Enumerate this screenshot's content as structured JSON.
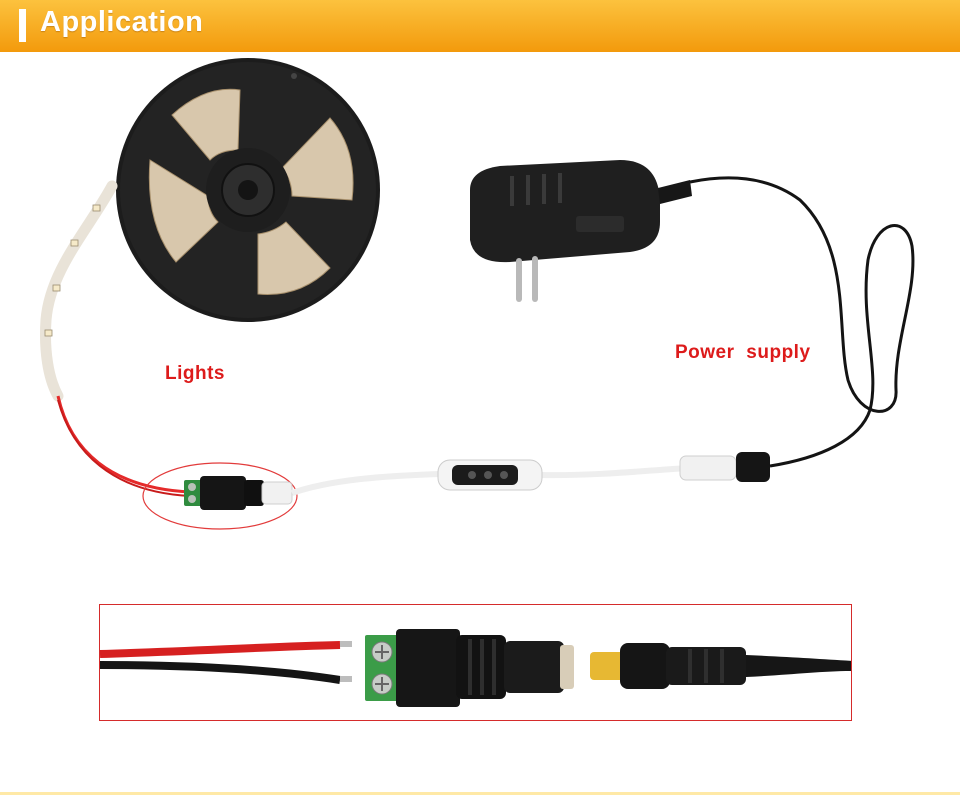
{
  "header": {
    "title": "Application"
  },
  "labels": {
    "lights": "Lights",
    "power_supply": "Power supply"
  },
  "colors": {
    "header_top": "#fcc23e",
    "header_bottom": "#f39a0c",
    "label_text": "#dd1b1b",
    "highlight_outline": "#e23b3b",
    "detail_frame_border": "#d52b2b"
  }
}
